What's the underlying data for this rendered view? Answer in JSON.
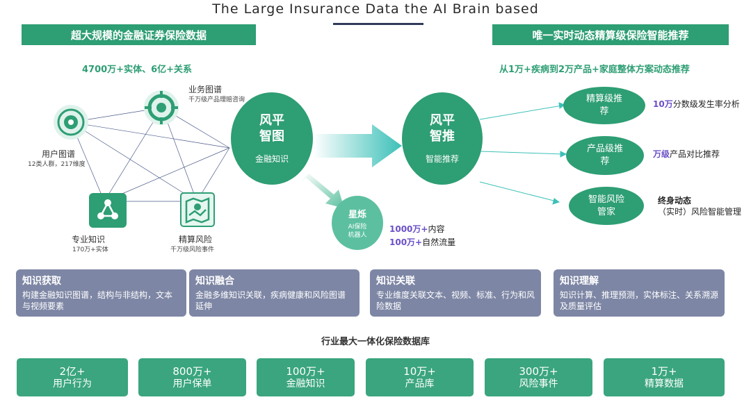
{
  "title": "The Large Insurance Data the AI Brain based",
  "banners": {
    "left": "超大规模的金融证券保险数据",
    "right": "唯一实时动态精算级保险智能推荐"
  },
  "left_subtitle": "4700万+实体、6亿+关系",
  "right_subtitle": "从1万+疾病到2万产品+家庭整体方案动态推荐",
  "nodes": {
    "user_graph": {
      "label": "用户图谱",
      "sub": "12类人群，217维度"
    },
    "business_graph": {
      "label": "业务图谱",
      "sub": "千万级产品理赔咨询"
    },
    "professional": {
      "label": "专业知识",
      "sub": "170万+实体"
    },
    "actuarial_risk": {
      "label": "精算风险",
      "sub": "千万级风险事件"
    }
  },
  "fengping_zhitu": {
    "line1": "风平",
    "line2": "智图",
    "sub": "金融知识"
  },
  "fengping_zhitui": {
    "line1": "风平",
    "line2": "智推",
    "sub": "智能推荐"
  },
  "xingshuo": {
    "title": "星烁",
    "sub1": "AI保险",
    "sub2": "机器人"
  },
  "xingshuo_notes": {
    "n1_value": "1000万+",
    "n1_text": "内容",
    "n2_value": "100万+",
    "n2_text": "自然流量"
  },
  "recommend": [
    {
      "line1": "精算级推",
      "line2": "荐",
      "note_highlight": "10万",
      "note_text": "分数级发生率分析"
    },
    {
      "line1": "产品级推",
      "line2": "荐",
      "note_highlight": "万级",
      "note_text": "产品对比推荐"
    },
    {
      "line1": "智能风险",
      "line2": "管家",
      "note_highlight": "终身动态",
      "note_text": "（实时）风险智能管理"
    }
  ],
  "knowledge_boxes": [
    {
      "title": "知识获取",
      "desc": "构建金融知识图谱，结构与非结构，文本与视频要素"
    },
    {
      "title": "知识融合",
      "desc": "金融多维知识关联，疾病健康和风险图谱延伸"
    },
    {
      "title": "知识关联",
      "desc": "专业维度关联文本、视频、标准、行为和风险数据"
    },
    {
      "title": "知识理解",
      "desc": "知识计算、推理预测，实体标注、关系溯源及质量评估"
    }
  ],
  "db_title": "行业最大一体化保险数据库",
  "stats": [
    {
      "value": "2亿+",
      "label": "用户行为"
    },
    {
      "value": "800万+",
      "label": "用户保单"
    },
    {
      "value": "100万+",
      "label": "金融知识"
    },
    {
      "value": "10万+",
      "label": "产品库"
    },
    {
      "value": "300万+",
      "label": "风险事件"
    },
    {
      "value": "1万+",
      "label": "精算数据"
    }
  ],
  "colors": {
    "primary_green": "#2e9e74",
    "light_green": "#5cc0a0",
    "box_slate": "#7d86a4",
    "accent_purple": "#6a4fc8",
    "arrow_teal": "#3cc0b8"
  }
}
